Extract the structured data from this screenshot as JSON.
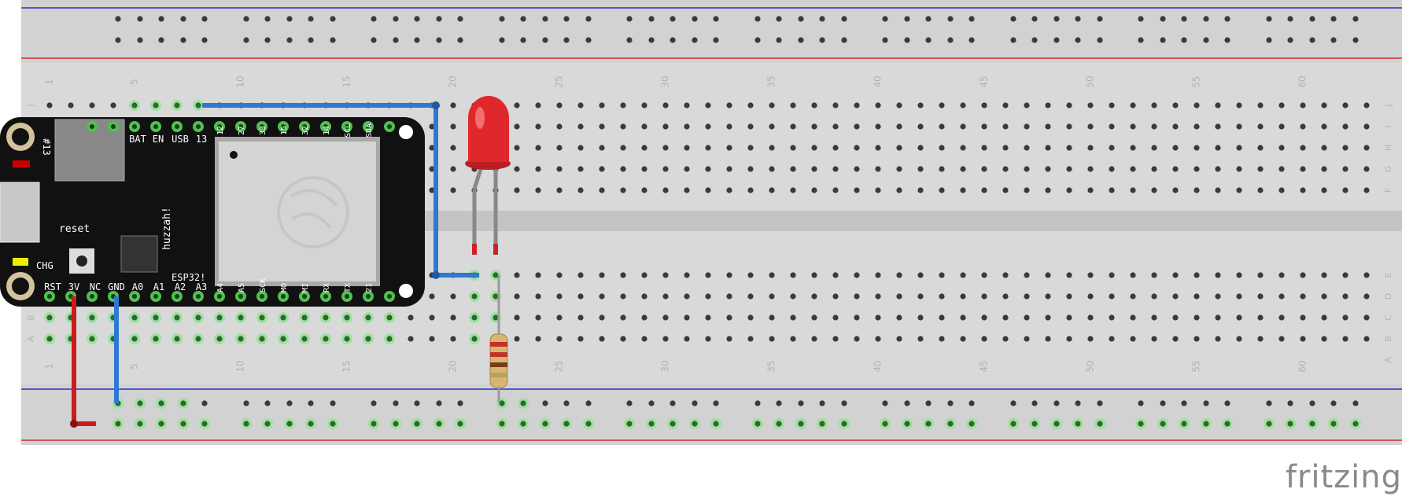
{
  "breadboard": {
    "column_numbers": [
      "1",
      "5",
      "10",
      "15",
      "20",
      "25",
      "30",
      "35",
      "40",
      "45",
      "50",
      "55",
      "60"
    ],
    "top_row_letters": [
      "J",
      "I",
      "H",
      "G",
      "F"
    ],
    "bottom_row_letters": [
      "E",
      "D",
      "C",
      "B",
      "A"
    ]
  },
  "board": {
    "top_pins": [
      "BAT",
      "EN",
      "USB",
      "13",
      "12",
      "27",
      "33",
      "15",
      "32",
      "14",
      "SCL",
      "SDA"
    ],
    "bottom_pins": [
      "RST",
      "3V",
      "NC",
      "GND",
      "A0",
      "A1",
      "A2",
      "A3",
      "A4",
      "A5",
      "SCK",
      "MO",
      "MI",
      "RX",
      "TX",
      "21"
    ],
    "labels": {
      "reset": "reset",
      "chg": "CHG",
      "brand": "huzzah!",
      "model": "ESP32!",
      "led13": "#13"
    }
  },
  "components": {
    "led": {
      "color": "#e0282c"
    },
    "resistor": {
      "bands": [
        "#c4302b",
        "#c4302b",
        "#7a3a14",
        "#b8a060"
      ]
    }
  },
  "wires": {
    "signal_color": "#2f78d0",
    "power_color": "#cc1b1b",
    "ground_color": "#2f78d0"
  },
  "watermark": "fritzing"
}
